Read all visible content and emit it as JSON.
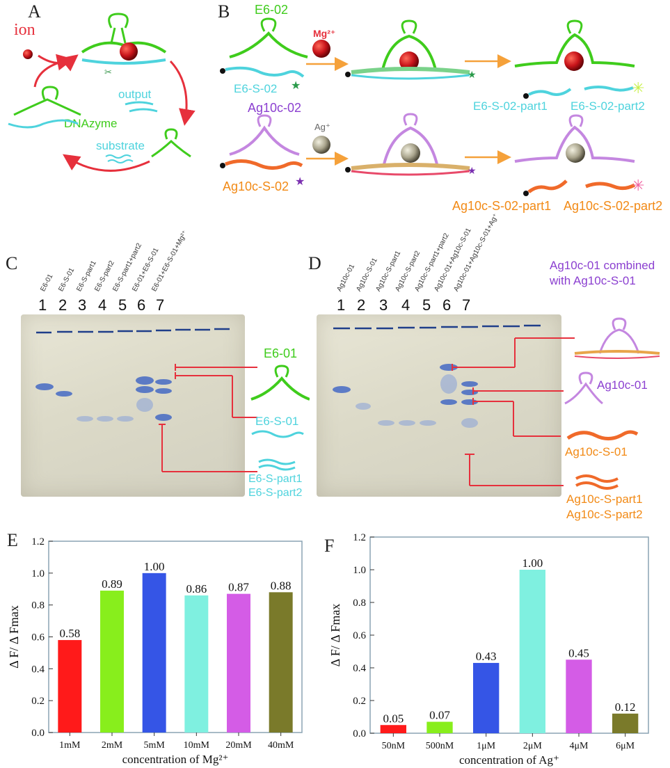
{
  "panels": {
    "A": {
      "letter": "A",
      "ion": "ion",
      "dnazyme": "DNAzyme",
      "output": "output",
      "substrate": "substrate"
    },
    "B": {
      "letter": "B",
      "e6_02": "E6-02",
      "mg": "Mg²⁺",
      "e6_s_02": "E6-S-02",
      "e6_part1": "E6-S-02-part1",
      "e6_part2": "E6-S-02-part2",
      "ag10c_02": "Ag10c-02",
      "ag": "Ag⁺",
      "ag10c_s_02": "Ag10c-S-02",
      "ag_part1": "Ag10c-S-02-part1",
      "ag_part2": "Ag10c-S-02-part2"
    },
    "C": {
      "letter": "C",
      "lanes": [
        "E6-01",
        "E6-S-01",
        "E6-S-part1",
        "E6-S-part2",
        "E6-S-part1+part2",
        "E6-01+E6-S-01",
        "E6-01+E6-S-01+Mg²⁺"
      ],
      "numbers": [
        "1",
        "2",
        "3",
        "4",
        "5",
        "6",
        "7"
      ],
      "label_e6_01": "E6-01",
      "label_e6_s_01": "E6-S-01",
      "label_part1": "E6-S-part1",
      "label_part2": "E6-S-part2"
    },
    "D": {
      "letter": "D",
      "lanes": [
        "Ag10c-01",
        "Ag10c-S-01",
        "Ag10c-S-part1",
        "Ag10c-S-part2",
        "Ag10c-S-part1+part2",
        "Ag10c-01+Ag10c-S-01",
        "Ag10c-01+Ag10c-S-01+Ag⁺"
      ],
      "numbers": [
        "1",
        "2",
        "3",
        "4",
        "5",
        "6",
        "7"
      ],
      "combined_line1": "Ag10c-01 combined",
      "combined_line2": "with Ag10c-S-01",
      "label_ag10c_01": "Ag10c-01",
      "label_ag10c_s_01": "Ag10c-S-01",
      "label_part1": "Ag10c-S-part1",
      "label_part2": "Ag10c-S-part2"
    }
  },
  "colors": {
    "green": "#3fcc1c",
    "cyan": "#4ed3dd",
    "purple": "#8b3fd0",
    "orange": "#f28a16",
    "arrow_red": "#e6303c",
    "arrow_orange": "#f5a13a"
  },
  "chart_data": [
    {
      "panel": "E",
      "type": "bar",
      "categories": [
        "1mM",
        "2mM",
        "5mM",
        "10mM",
        "20mM",
        "40mM"
      ],
      "values": [
        0.58,
        0.89,
        1.0,
        0.86,
        0.87,
        0.88
      ],
      "value_labels": [
        "0.58",
        "0.89",
        "1.00",
        "0.86",
        "0.87",
        "0.88"
      ],
      "colors": [
        "#ff1a1a",
        "#88ee1c",
        "#3555e6",
        "#7ff0e0",
        "#d45ce6",
        "#7a7a2a"
      ],
      "xlabel": "concentration of Mg²⁺",
      "ylabel": "Δ F/ Δ Fmax",
      "ylim": [
        0,
        1.2
      ],
      "yticks": [
        "0.0",
        "0.2",
        "0.4",
        "0.6",
        "0.8",
        "1.0",
        "1.2"
      ]
    },
    {
      "panel": "F",
      "type": "bar",
      "categories": [
        "50nM",
        "500nM",
        "1μM",
        "2μM",
        "4μM",
        "6μM"
      ],
      "values": [
        0.05,
        0.07,
        0.43,
        1.0,
        0.45,
        0.12
      ],
      "value_labels": [
        "0.05",
        "0.07",
        "0.43",
        "1.00",
        "0.45",
        "0.12"
      ],
      "colors": [
        "#ff1a1a",
        "#88ee1c",
        "#3555e6",
        "#7ff0e0",
        "#d45ce6",
        "#7a7a2a"
      ],
      "xlabel": "concentration of Ag⁺",
      "ylabel": "Δ F/ Δ Fmax",
      "ylim": [
        0,
        1.2
      ],
      "yticks": [
        "0.0",
        "0.2",
        "0.4",
        "0.6",
        "0.8",
        "1.0",
        "1.2"
      ]
    }
  ]
}
